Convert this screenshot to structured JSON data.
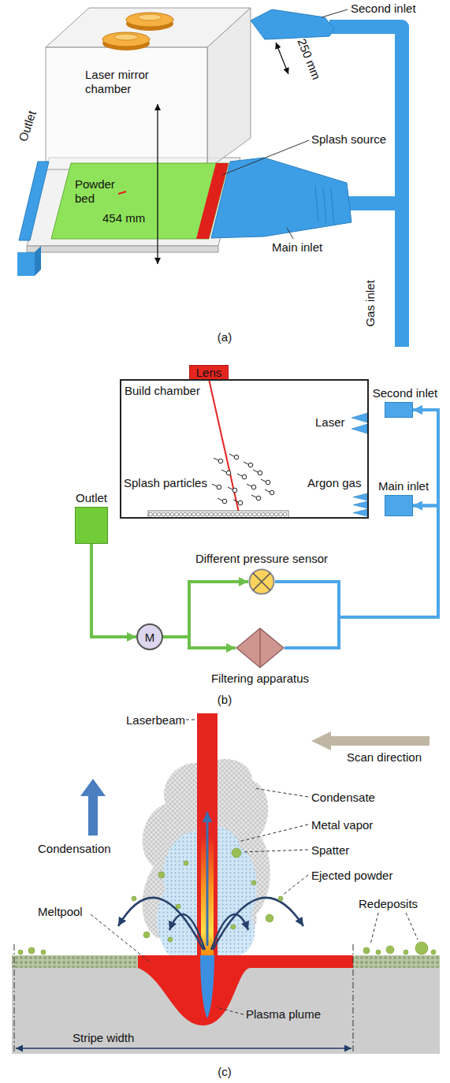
{
  "diagram": {
    "nodes": [
      {
        "text": [
          "Lens"
        ]
      },
      {
        "text": [
          "Build chamber"
        ]
      },
      {
        "text": [
          "Second inlet"
        ]
      },
      {
        "text": [
          "Main inlet"
        ]
      },
      {
        "text": [
          "Outlet"
        ]
      },
      {
        "text": [
          "M"
        ]
      },
      {
        "text": [
          "Different pressure sensor"
        ]
      },
      {
        "text": [
          "Filtering apparatus"
        ]
      }
    ],
    "edges": [
      {
        "from": 4,
        "to": 5,
        "arrow": "to"
      },
      {
        "from": 5,
        "to": 6,
        "arrow": "to"
      },
      {
        "from": 5,
        "to": 7,
        "arrow": "to"
      },
      {
        "from": 6,
        "to": 3,
        "arrow": "to"
      },
      {
        "from": 6,
        "to": 2,
        "arrow": "to"
      },
      {
        "from": 7,
        "to": 3,
        "arrow": "to"
      },
      {
        "from": 7,
        "to": 2,
        "arrow": "to"
      }
    ],
    "labels": [
      "Second inlet",
      "250 mm",
      "Laser mirror chamber",
      "Outlet",
      "Splash source",
      "Powder bed",
      "454 mm",
      "Main inlet",
      "Gas inlet",
      "(a)",
      "Laser",
      "Splash particles",
      "Argon gas",
      "(b)",
      "Laserbeam",
      "Scan direction",
      "Condensate",
      "Metal vapor",
      "Spatter",
      "Ejected powder",
      "Condensation",
      "Meltpool",
      "Redeposits",
      "Plasma plume",
      "Stripe width",
      "(c)"
    ]
  }
}
